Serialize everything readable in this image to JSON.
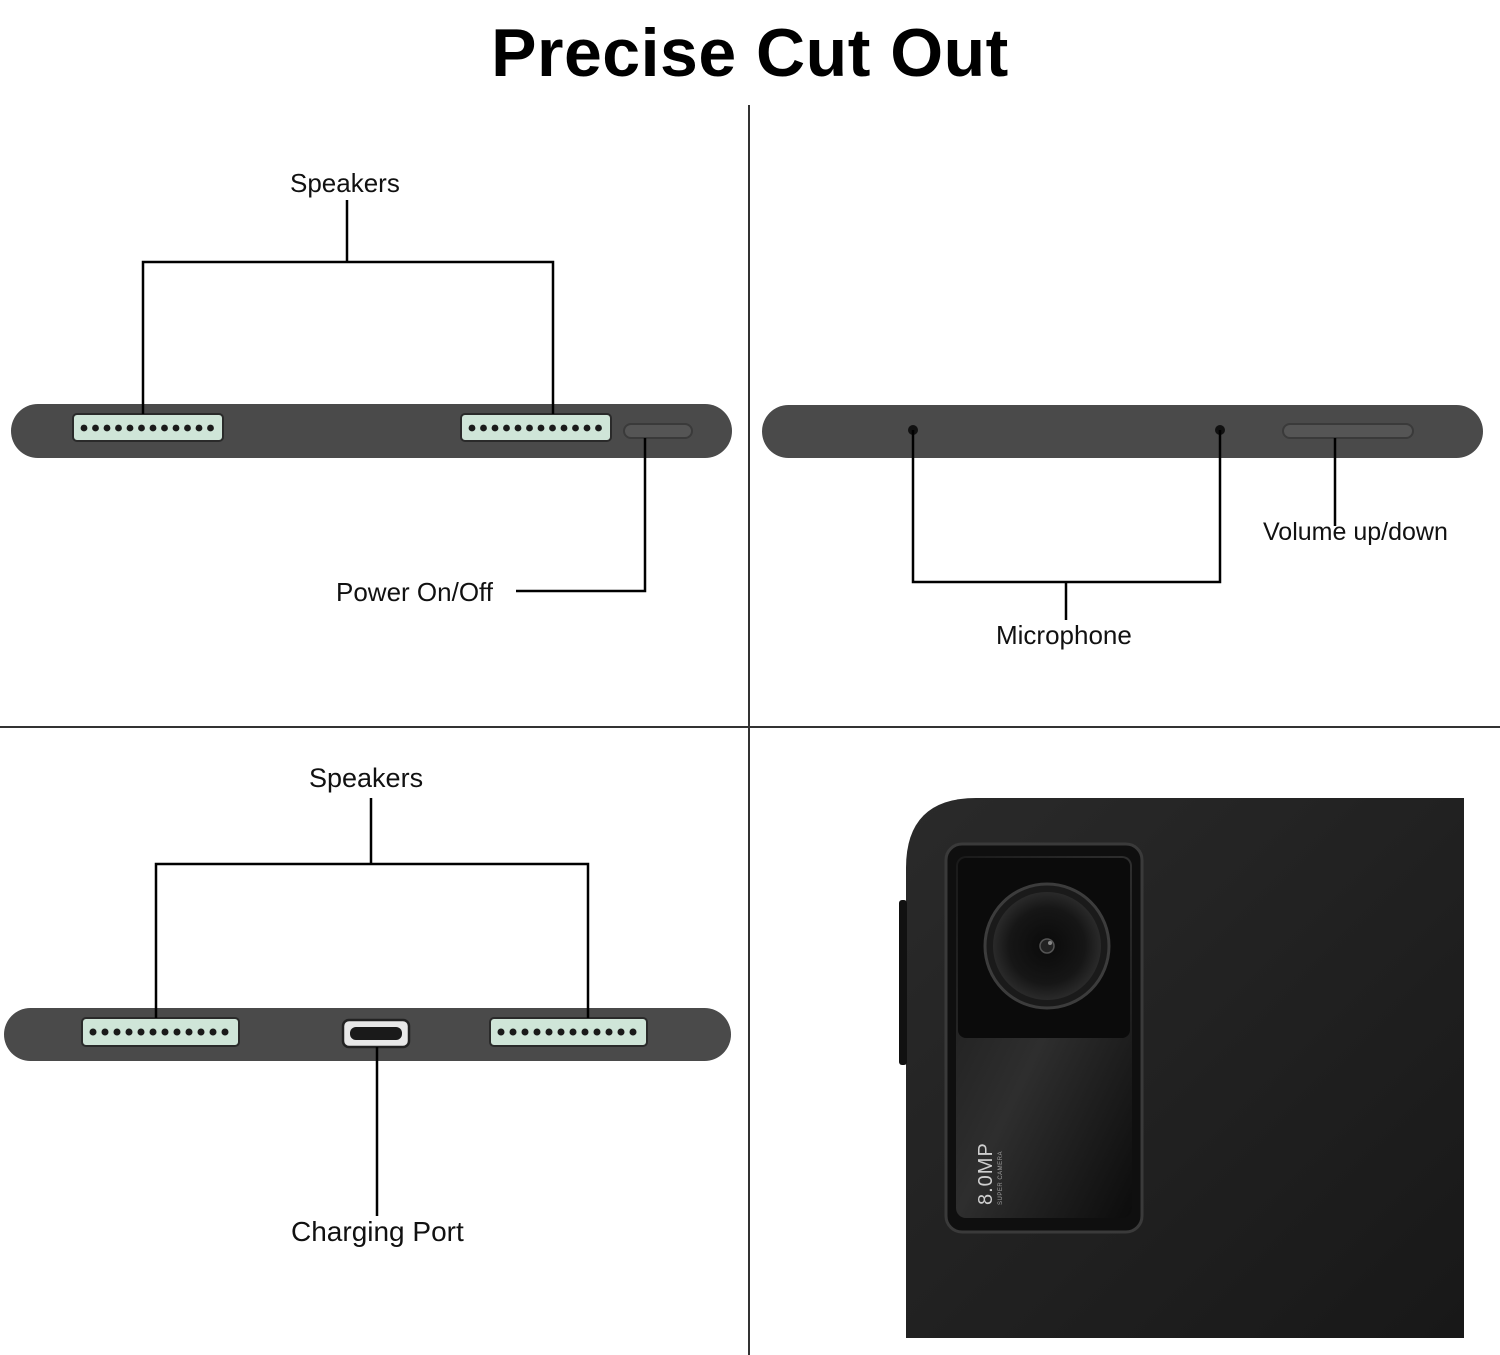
{
  "title": "Precise Cut Out",
  "panels": {
    "top_left": {
      "speakers_label": "Speakers",
      "power_label": "Power On/Off"
    },
    "top_right": {
      "microphone_label": "Microphone",
      "volume_label": "Volume up/down"
    },
    "bottom_left": {
      "speakers_label": "Speakers",
      "charging_label": "Charging Port"
    },
    "bottom_right": {
      "camera_label": "8.0MP",
      "camera_sublabel": "SUPER CAMERA"
    }
  },
  "colors": {
    "case": "#4a4a4a",
    "speaker_grille": "#cfe5d8",
    "camera_body": "#1c1c1c"
  }
}
